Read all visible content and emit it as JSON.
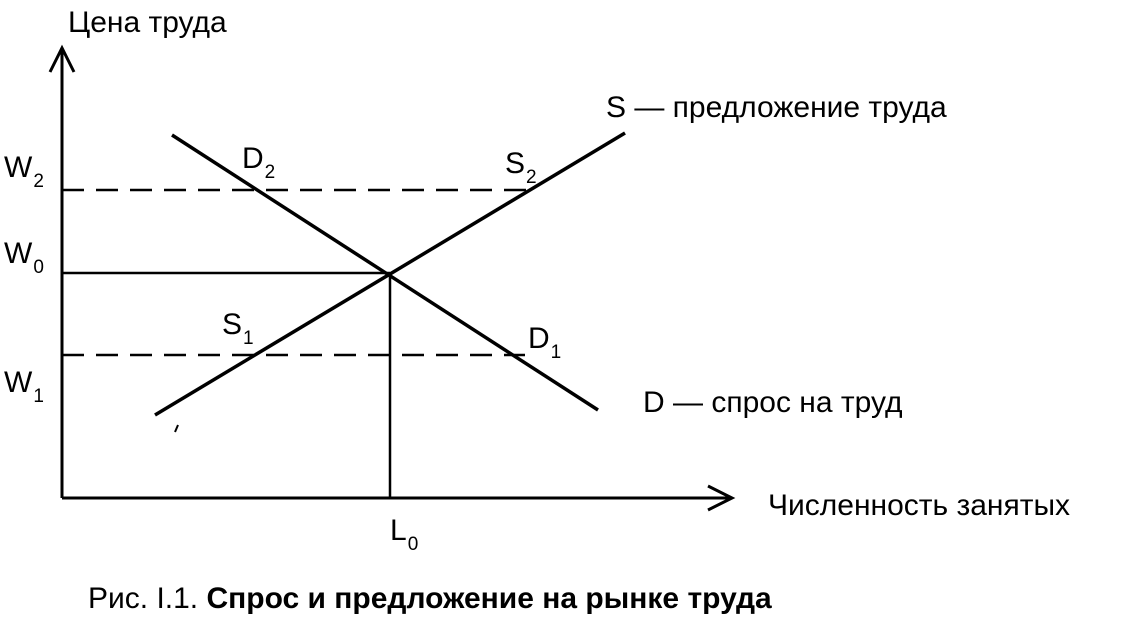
{
  "axes": {
    "y_label": "Цена труда",
    "x_label": "Численность занятых"
  },
  "curves": {
    "supply_label": "S — предложение труда",
    "demand_label": "D — спрос на труд"
  },
  "points": {
    "w2": {
      "main": "W",
      "sub": "2"
    },
    "w0": {
      "main": "W",
      "sub": "0"
    },
    "w1": {
      "main": "W",
      "sub": "1"
    },
    "d2": {
      "main": "D",
      "sub": "2"
    },
    "s2": {
      "main": "S",
      "sub": "2"
    },
    "s1": {
      "main": "S",
      "sub": "1"
    },
    "d1": {
      "main": "D",
      "sub": "1"
    },
    "l0": {
      "main": "L",
      "sub": "0"
    }
  },
  "caption": {
    "prefix": "Рис. I.1. ",
    "title": "Спрос и предложение на рынке труда"
  }
}
